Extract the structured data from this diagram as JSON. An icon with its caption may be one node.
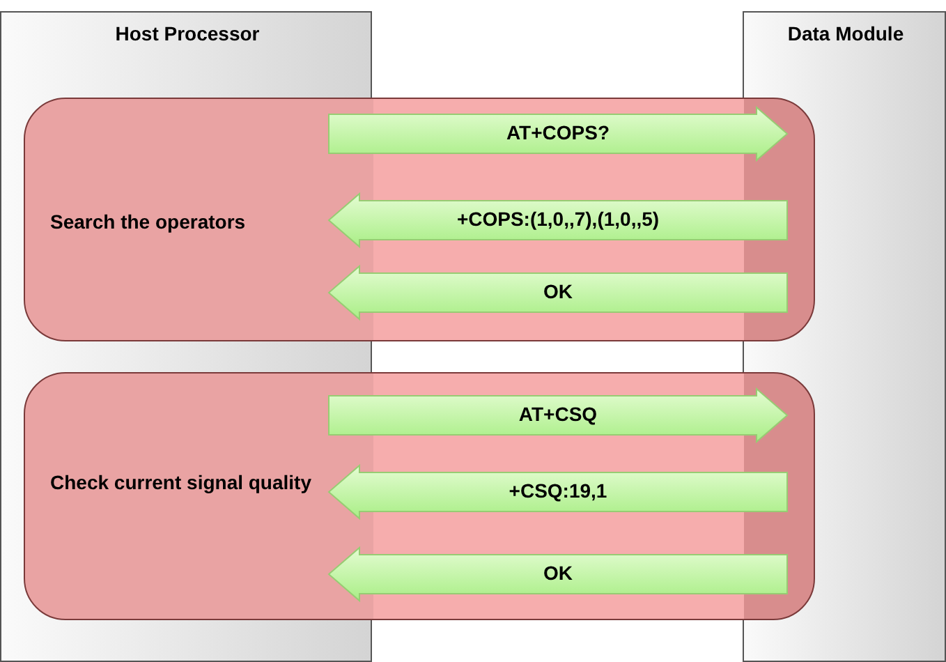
{
  "diagram": {
    "nodes": [
      {
        "text": [
          "Host Processor"
        ]
      },
      {
        "text": [
          "Data Module"
        ]
      },
      {
        "text": [
          "Search the operators"
        ]
      },
      {
        "text": [
          "Check current signal quality"
        ]
      }
    ],
    "edges": [
      {
        "from": 0,
        "to": 1,
        "arrow": "to",
        "label": "AT+COPS?"
      },
      {
        "from": 1,
        "to": 0,
        "arrow": "to",
        "label": "+COPS:(1,0,,7),(1,0,,5)"
      },
      {
        "from": 1,
        "to": 0,
        "arrow": "to",
        "label": "OK"
      },
      {
        "from": 0,
        "to": 1,
        "arrow": "to",
        "label": "AT+CSQ"
      },
      {
        "from": 1,
        "to": 0,
        "arrow": "to",
        "label": "+CSQ:19,1"
      },
      {
        "from": 1,
        "to": 0,
        "arrow": "to",
        "label": "OK"
      }
    ]
  }
}
